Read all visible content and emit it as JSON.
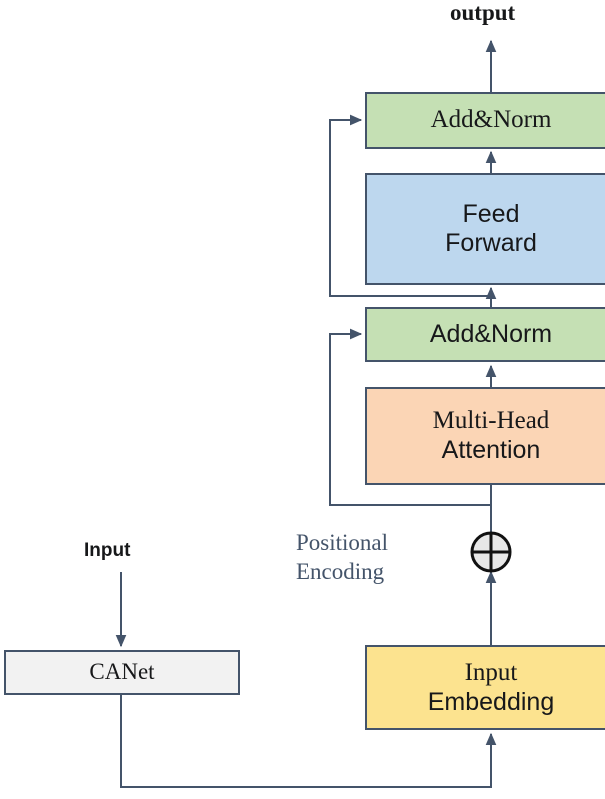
{
  "diagram": {
    "title_label": "output",
    "input_label": "Input",
    "positional_encoding": {
      "line1": "Positional",
      "line2": "Encoding",
      "color": "#44546a"
    },
    "nodes": [
      {
        "id": "addnorm-top",
        "lines": [
          "Add&Norm"
        ],
        "fill": "#c5e0b4",
        "stroke": "#44546a"
      },
      {
        "id": "feed-forward",
        "lines": [
          "Feed",
          "Forward"
        ],
        "fill": "#bdd7ee",
        "stroke": "#44546a"
      },
      {
        "id": "addnorm-bottom",
        "lines": [
          "Add&Norm"
        ],
        "fill": "#c5e0b4",
        "stroke": "#44546a"
      },
      {
        "id": "multi-head-attention",
        "lines": [
          "Multi-Head",
          "Attention"
        ],
        "fill": "#fbd5b5",
        "stroke": "#44546a"
      },
      {
        "id": "input-embedding",
        "lines": [
          "Input",
          "Embedding"
        ],
        "fill": "#fce38f",
        "stroke": "#44546a"
      },
      {
        "id": "canet",
        "lines": [
          "CANet"
        ],
        "fill": "#f2f2f2",
        "stroke": "#44546a"
      }
    ],
    "operator_node": {
      "symbol": "circle-plus",
      "fill": "#e8e8e8",
      "stroke": "#111111"
    },
    "edge_color": "#44546a"
  }
}
